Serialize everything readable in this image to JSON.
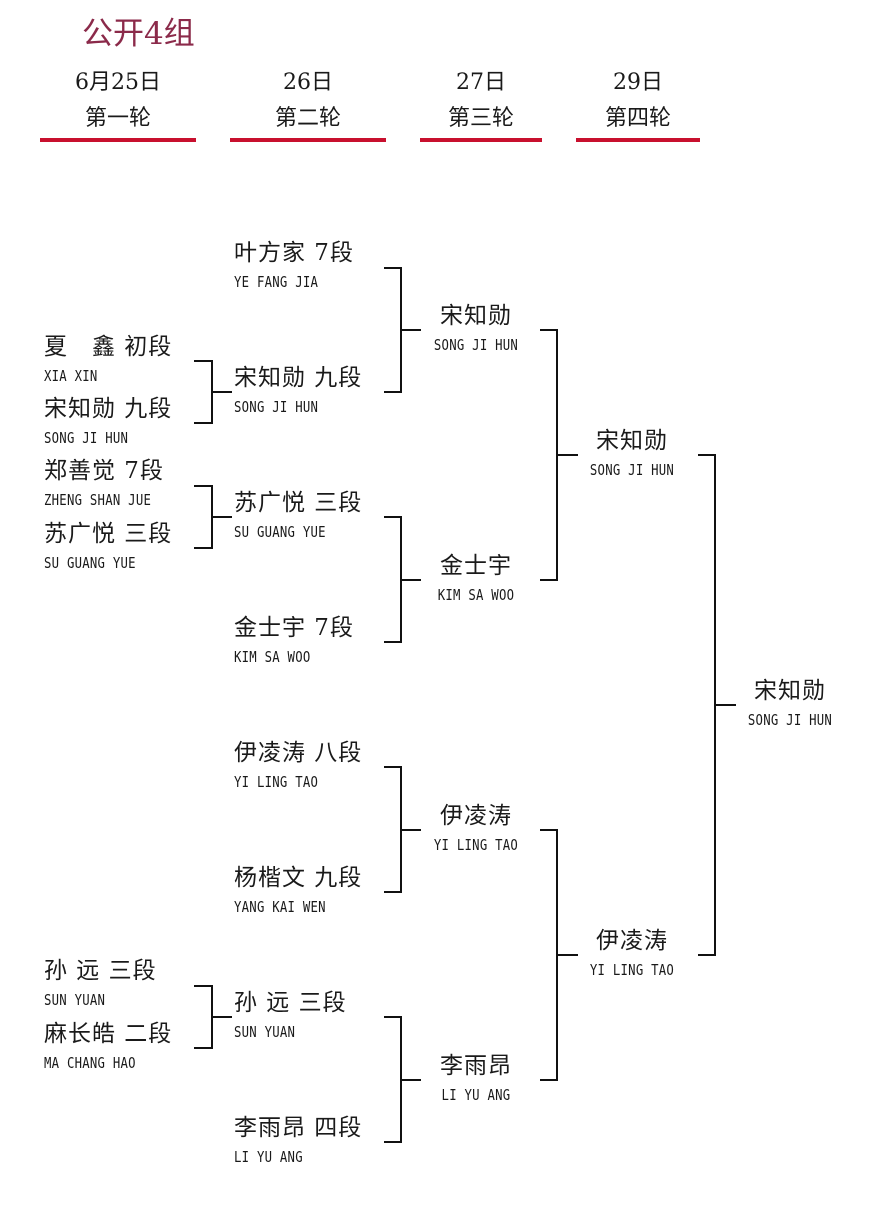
{
  "title": "公开4组",
  "rounds": [
    {
      "date": "6月25日",
      "label": "第一轮"
    },
    {
      "date": "26日",
      "label": "第二轮"
    },
    {
      "date": "27日",
      "label": "第三轮"
    },
    {
      "date": "29日",
      "label": "第四轮"
    }
  ],
  "round1": [
    {
      "cn": "夏　鑫 初段",
      "en": "XIA XIN"
    },
    {
      "cn": "宋知勋 九段",
      "en": "SONG JI HUN"
    },
    {
      "cn": "郑善觉 7段",
      "en": "ZHENG SHAN JUE"
    },
    {
      "cn": "苏广悦 三段",
      "en": "SU GUANG YUE"
    },
    {
      "cn": "孙 远 三段",
      "en": "SUN YUAN"
    },
    {
      "cn": "麻长皓 二段",
      "en": "MA CHANG HAO"
    }
  ],
  "round2": [
    {
      "cn": "叶方家 7段",
      "en": "YE FANG JIA"
    },
    {
      "cn": "宋知勋 九段",
      "en": "SONG JI HUN"
    },
    {
      "cn": "苏广悦 三段",
      "en": "SU GUANG YUE"
    },
    {
      "cn": "金士宇 7段",
      "en": "KIM SA WOO"
    },
    {
      "cn": "伊凌涛 八段",
      "en": "YI LING TAO"
    },
    {
      "cn": "杨楷文 九段",
      "en": "YANG KAI WEN"
    },
    {
      "cn": "孙 远 三段",
      "en": "SUN YUAN"
    },
    {
      "cn": "李雨昂 四段",
      "en": "LI YU ANG"
    }
  ],
  "round3": [
    {
      "cn": "宋知勋",
      "en": "SONG JI HUN"
    },
    {
      "cn": "金士宇",
      "en": "KIM SA WOO"
    },
    {
      "cn": "伊凌涛",
      "en": "YI LING TAO"
    },
    {
      "cn": "李雨昂",
      "en": "LI YU ANG"
    }
  ],
  "round4": [
    {
      "cn": "宋知勋",
      "en": "SONG JI HUN"
    },
    {
      "cn": "伊凌涛",
      "en": "YI LING TAO"
    }
  ],
  "winner": {
    "cn": "宋知勋",
    "en": "SONG JI HUN"
  }
}
